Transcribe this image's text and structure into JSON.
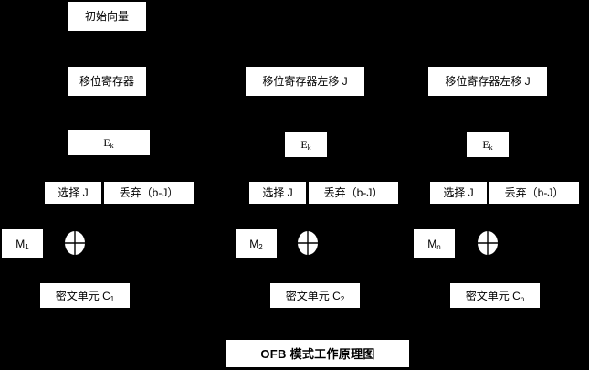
{
  "diagram": {
    "title": "OFB 模式工作原理图",
    "background_color": "#000000",
    "node_fill_color": "#ffffff",
    "node_text_color": "#000000",
    "columns": [
      {
        "name": "stage-1",
        "iv": "初始向量",
        "shift_register": "移位寄存器",
        "cipher_block": "E",
        "cipher_block_sub": "k",
        "select": "选择 J",
        "discard": "丢弃（b-J）",
        "plaintext": "M",
        "plaintext_sub": "1",
        "xor": "xor-operator",
        "ciphertext": "密文单元 C",
        "ciphertext_sub": "1"
      },
      {
        "name": "stage-2",
        "shift_register": "移位寄存器左移 J",
        "cipher_block": "E",
        "cipher_block_sub": "k",
        "select": "选择 J",
        "discard": "丢弃（b-J）",
        "plaintext": "M",
        "plaintext_sub": "2",
        "xor": "xor-operator",
        "ciphertext": "密文单元 C",
        "ciphertext_sub": "2"
      },
      {
        "name": "stage-n",
        "shift_register": "移位寄存器左移 J",
        "cipher_block": "E",
        "cipher_block_sub": "k",
        "select": "选择 J",
        "discard": "丢弃（b-J）",
        "plaintext": "M",
        "plaintext_sub": "n",
        "xor": "xor-operator",
        "ciphertext": "密文单元 C",
        "ciphertext_sub": "n"
      }
    ]
  }
}
